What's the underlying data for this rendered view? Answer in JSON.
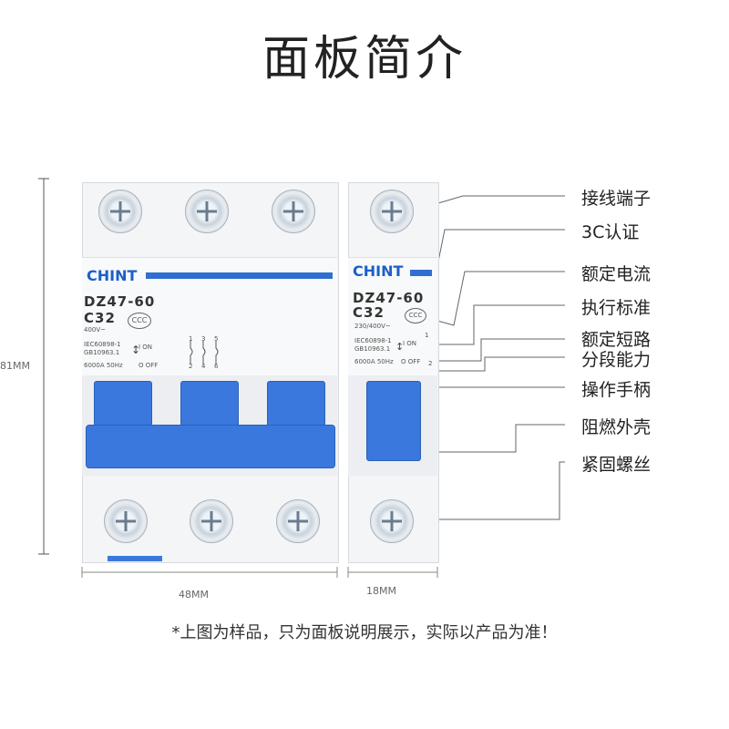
{
  "title": "面板简介",
  "breaker_3p": {
    "brand": "CHINT",
    "model": "DZ47-60",
    "rating": "C32",
    "voltage": "400V~",
    "standard_1": "IEC60898-1",
    "standard_2": "GB10963.1",
    "on_label": "I ON",
    "off_label": "O OFF",
    "breaking": "6000A 50Hz",
    "terminals_top": [
      "1",
      "3",
      "5"
    ],
    "terminals_bottom": [
      "2",
      "4",
      "6"
    ]
  },
  "breaker_1p": {
    "brand": "CHINT",
    "model": "DZ47-60",
    "rating": "C32",
    "voltage": "230/400V~",
    "standard_1": "IEC60898-1",
    "standard_2": "GB10963.1",
    "on_label": "I ON",
    "off_label": "O OFF",
    "breaking": "6000A 50Hz",
    "terminal_top": "1",
    "terminal_bottom": "2"
  },
  "dimensions": {
    "height": "81MM",
    "width_3p": "48MM",
    "width_1p": "18MM"
  },
  "callouts": [
    "接线端子",
    "3C认证",
    "额定电流",
    "执行标准",
    "额定短路",
    "分段能力",
    "操作手柄",
    "阻燃外壳",
    "紧固螺丝"
  ],
  "footnote": "*上图为样品，只为面板说明展示，实际以产品为准！"
}
